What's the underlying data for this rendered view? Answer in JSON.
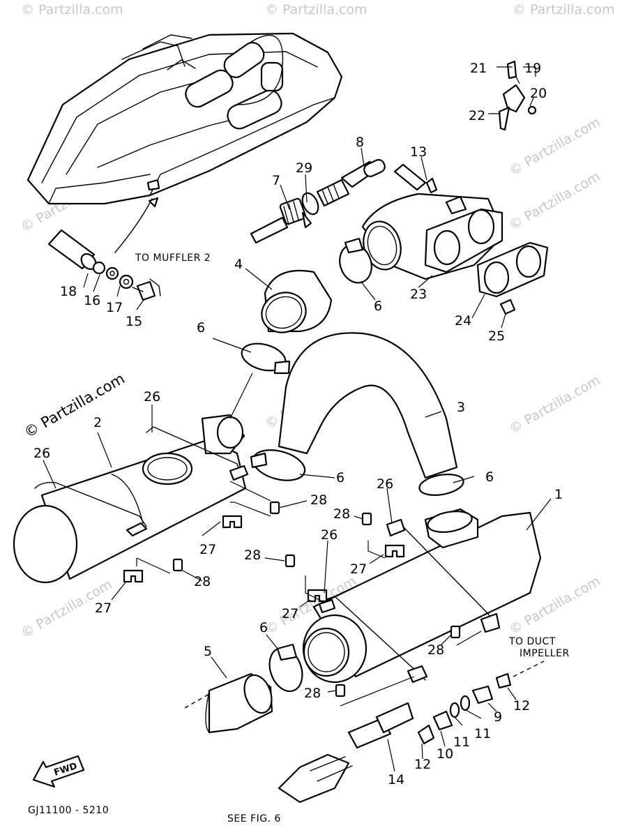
{
  "watermark": "© Partzilla.com",
  "labels": {
    "p1": "1",
    "p2": "2",
    "p3": "3",
    "p4": "4",
    "p5": "5",
    "p6a": "6",
    "p6b": "6",
    "p6c": "6",
    "p6d": "6",
    "p6e": "6",
    "p7": "7",
    "p8": "8",
    "p9": "9",
    "p10": "10",
    "p11a": "11",
    "p11b": "11",
    "p12a": "12",
    "p12b": "12",
    "p13": "13",
    "p14": "14",
    "p15": "15",
    "p16": "16",
    "p17": "17",
    "p18": "18",
    "p19": "19",
    "p20": "20",
    "p21": "21",
    "p22": "22",
    "p23": "23",
    "p24": "24",
    "p25": "25",
    "p26a": "26",
    "p26b": "26",
    "p26c": "26",
    "p26d": "26",
    "p27a": "27",
    "p27b": "27",
    "p27c": "27",
    "p27d": "27",
    "p28a": "28",
    "p28b": "28",
    "p28c": "28",
    "p28d": "28",
    "p28e": "28",
    "p28f": "28",
    "p29": "29"
  },
  "notes": {
    "to_muffler": "TO MUFFLER 2",
    "to_duct_1": "TO DUCT",
    "to_duct_2": "IMPELLER",
    "see_fig": "SEE FIG. 6",
    "fwd": "FWD",
    "drawing_code": "GJ11100 - 5210"
  }
}
